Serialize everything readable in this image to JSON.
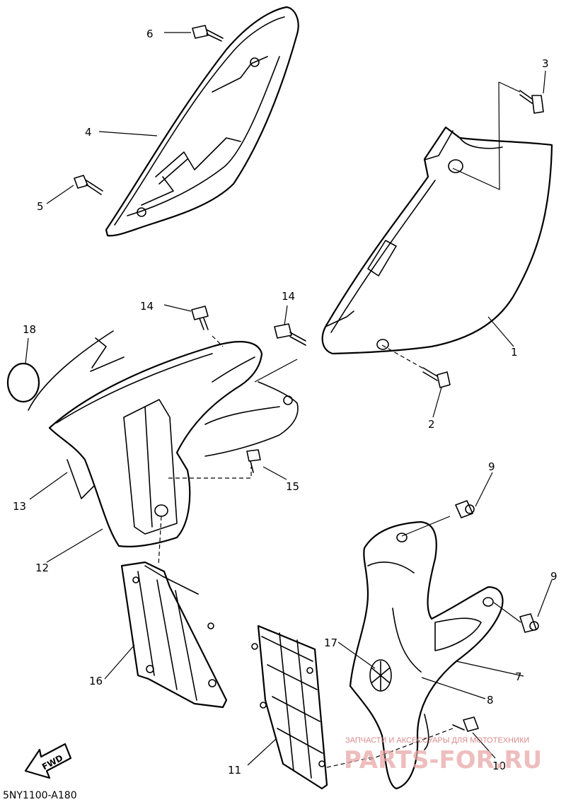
{
  "diagram": {
    "code": "5NY1100-A180",
    "fwd_label": "FWD",
    "callouts": [
      "1",
      "2",
      "3",
      "4",
      "5",
      "6",
      "7",
      "8",
      "9",
      "9",
      "10",
      "11",
      "12",
      "13",
      "14",
      "14",
      "15",
      "16",
      "17",
      "18"
    ]
  },
  "watermark": {
    "line": "ЗАПЧАСТИ И АКСЕССУАРЫ ДЛЯ МОТОТЕХНИКИ",
    "site": "PARTS-FOR.RU"
  }
}
